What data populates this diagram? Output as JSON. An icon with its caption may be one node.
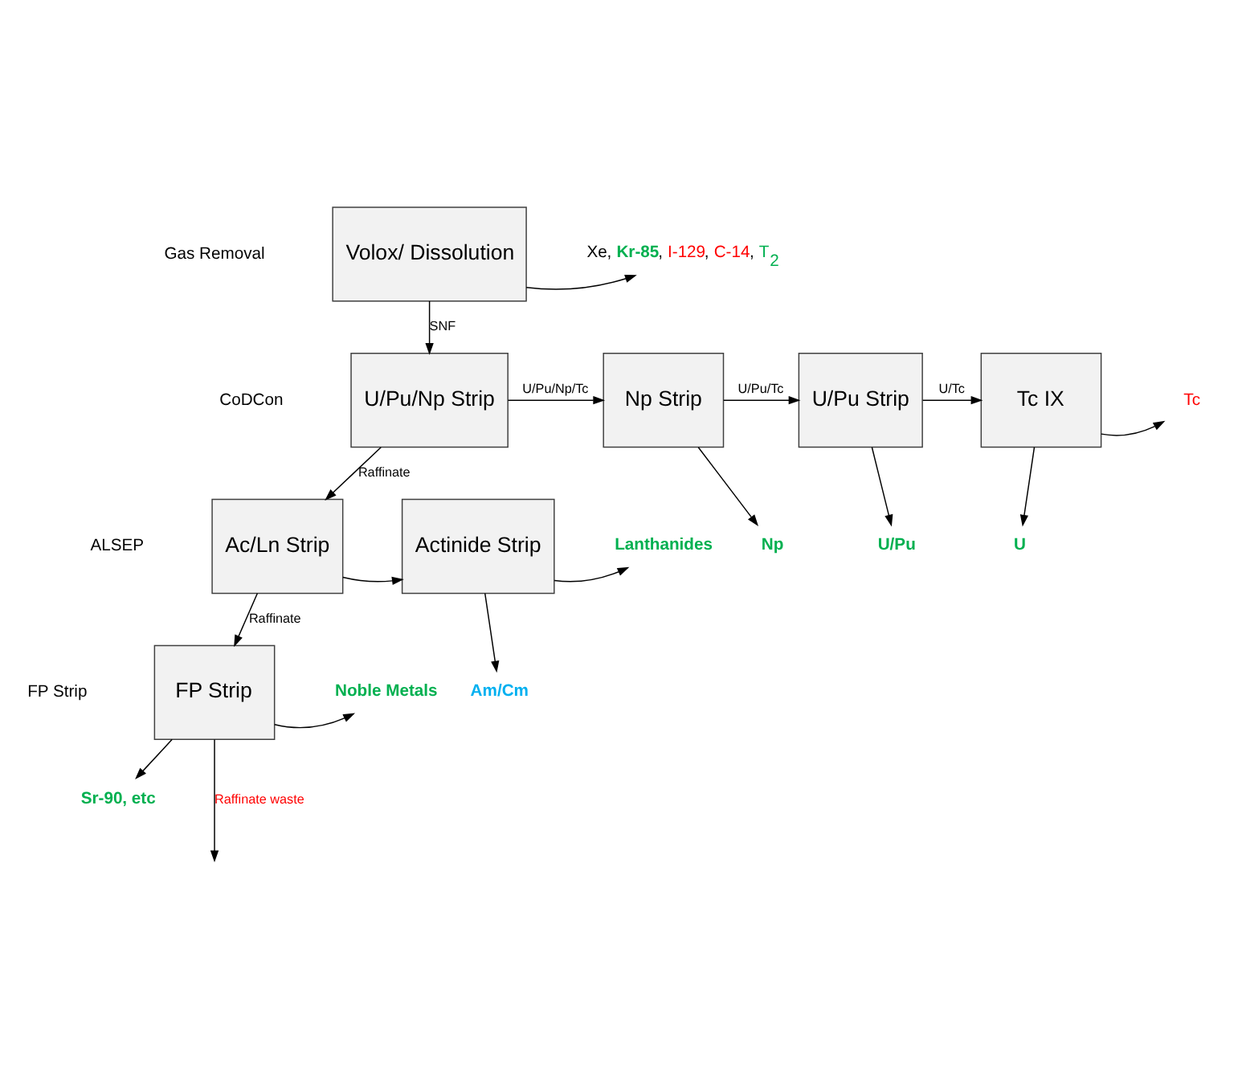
{
  "diagram": {
    "nodes": [
      {
        "text": [
          "Volox/ Dissolution"
        ]
      },
      {
        "text": [
          "Xe, **Kr-85**, I-129, C-14, T$_{2}$"
        ]
      },
      {
        "text": [
          "U/Pu/Np Strip"
        ]
      },
      {
        "text": [
          "Np Strip"
        ]
      },
      {
        "text": [
          "U/Pu Strip"
        ]
      },
      {
        "text": [
          "Tc IX"
        ]
      },
      {
        "text": [
          "Tc"
        ]
      },
      {
        "text": [
          "Np"
        ]
      },
      {
        "text": [
          "U/Pu"
        ]
      },
      {
        "text": [
          "U"
        ]
      },
      {
        "text": [
          "Ac/Ln Strip"
        ]
      },
      {
        "text": [
          "Actinide Strip"
        ]
      },
      {
        "text": [
          "Lanthanides"
        ]
      },
      {
        "text": [
          "Am/Cm"
        ]
      },
      {
        "text": [
          "FP Strip"
        ]
      },
      {
        "text": [
          "Noble Metals"
        ]
      },
      {
        "text": [
          "Sr-90, etc"
        ]
      }
    ],
    "edges": [
      {
        "from": 0,
        "to": 1,
        "arrow": "to"
      },
      {
        "from": 0,
        "to": 2,
        "arrow": "to",
        "label": "SNF"
      },
      {
        "from": 2,
        "to": 3,
        "arrow": "to",
        "label": "U/Pu/Np/Tc"
      },
      {
        "from": 3,
        "to": 4,
        "arrow": "to",
        "label": "U/Pu/Tc"
      },
      {
        "from": 4,
        "to": 5,
        "arrow": "to",
        "label": "U/Tc"
      },
      {
        "from": 5,
        "to": 6,
        "arrow": "to"
      },
      {
        "from": 3,
        "to": 7,
        "arrow": "to"
      },
      {
        "from": 4,
        "to": 8,
        "arrow": "to"
      },
      {
        "from": 5,
        "to": 9,
        "arrow": "to"
      },
      {
        "from": 2,
        "to": 10,
        "arrow": "to",
        "label": "Raffinate"
      },
      {
        "from": 10,
        "to": 11,
        "arrow": "to"
      },
      {
        "from": 11,
        "to": 12,
        "arrow": "to"
      },
      {
        "from": 11,
        "to": 13,
        "arrow": "to"
      },
      {
        "from": 10,
        "to": 14,
        "arrow": "to",
        "label": "Raffinate"
      },
      {
        "from": 14,
        "to": 15,
        "arrow": "to"
      },
      {
        "from": 14,
        "to": 16,
        "arrow": "to"
      },
      {
        "from": 14,
        "to": null,
        "arrow": "to",
        "label": "Raffinate waste"
      }
    ],
    "labels": [
      "Gas Removal",
      "CoDCon",
      "ALSEP",
      "FP Strip"
    ]
  }
}
